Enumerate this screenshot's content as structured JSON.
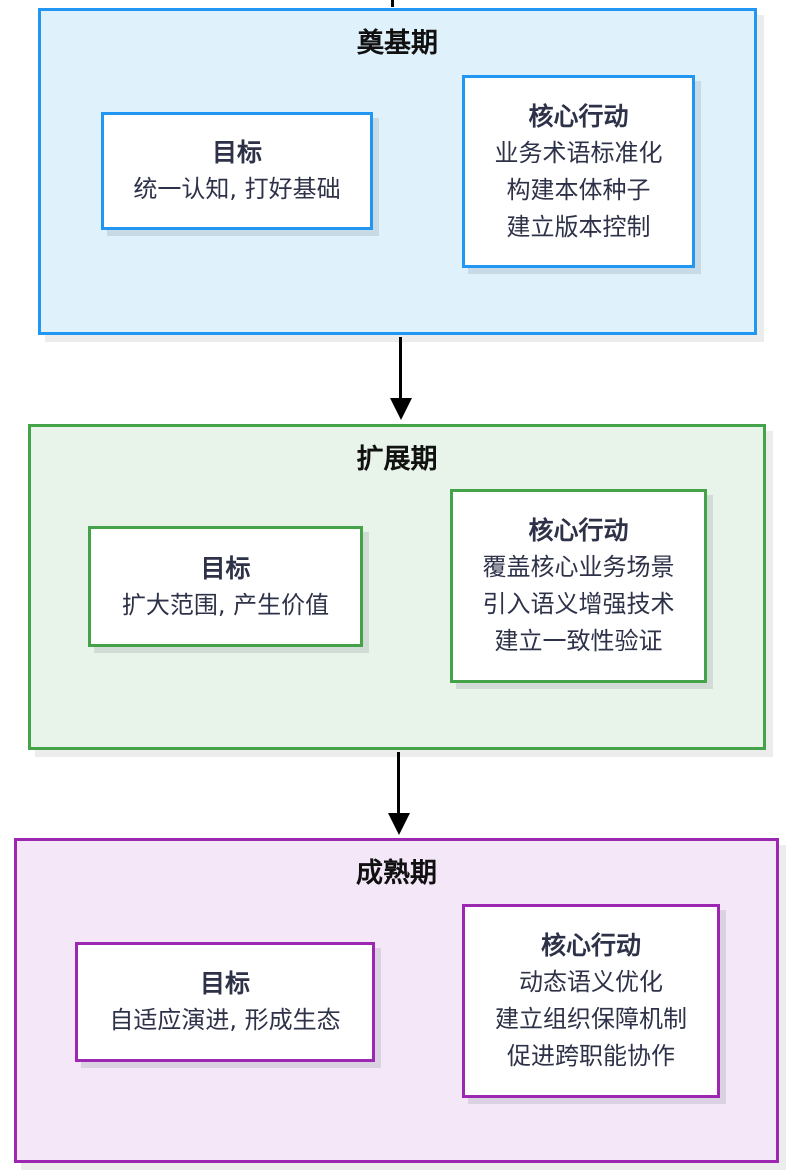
{
  "diagram": {
    "type": "flowchart",
    "direction": "top-down",
    "text_color": "#2E3248",
    "phase_title_color": "#111111",
    "arrow_color": "#000000",
    "phases": [
      {
        "title": "奠基期",
        "border_color": "#2196F3",
        "fill_color": "#DFF2FB",
        "goal": {
          "title": "目标",
          "text": "统一认知, 打好基础"
        },
        "actions": {
          "title": "核心行动",
          "lines": [
            "业务术语标准化",
            "构建本体种子",
            "建立版本控制"
          ]
        }
      },
      {
        "title": "扩展期",
        "border_color": "#44A248",
        "fill_color": "#E8F4E9",
        "goal": {
          "title": "目标",
          "text": "扩大范围, 产生价值"
        },
        "actions": {
          "title": "核心行动",
          "lines": [
            "覆盖核心业务场景",
            "引入语义增强技术",
            "建立一致性验证"
          ]
        }
      },
      {
        "title": "成熟期",
        "border_color": "#9C27B0",
        "fill_color": "#F3E7F8",
        "goal": {
          "title": "目标",
          "text": "自适应演进, 形成生态"
        },
        "actions": {
          "title": "核心行动",
          "lines": [
            "动态语义优化",
            "建立组织保障机制",
            "促进跨职能协作"
          ]
        }
      }
    ],
    "connectors": [
      {
        "from": "奠基期",
        "to": "扩展期"
      },
      {
        "from": "扩展期",
        "to": "成熟期"
      }
    ]
  }
}
